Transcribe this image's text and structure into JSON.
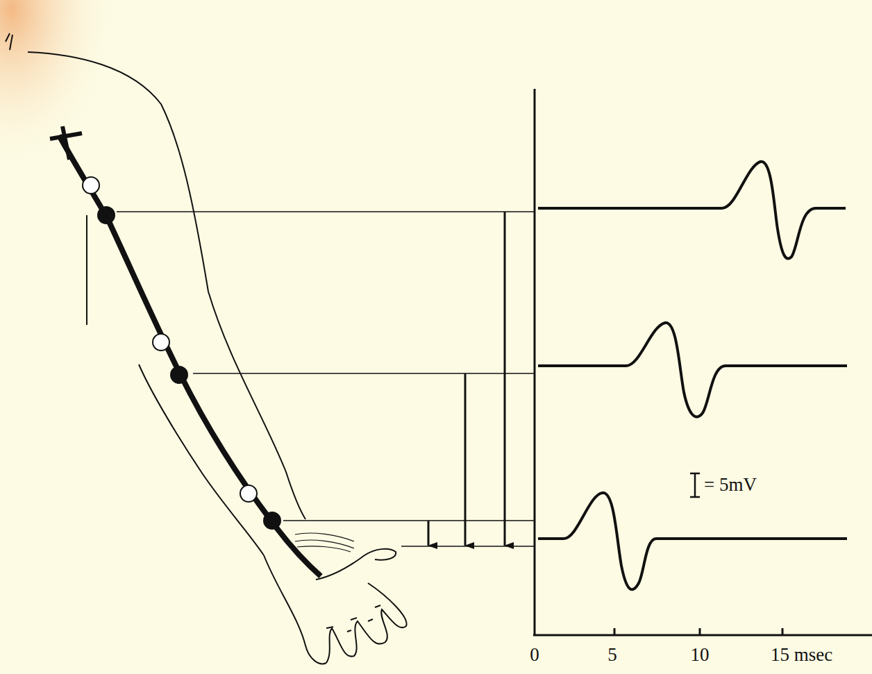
{
  "diagram": {
    "labels": [
      "0",
      "5",
      "10",
      "15 msec",
      "= 5mV"
    ]
  }
}
